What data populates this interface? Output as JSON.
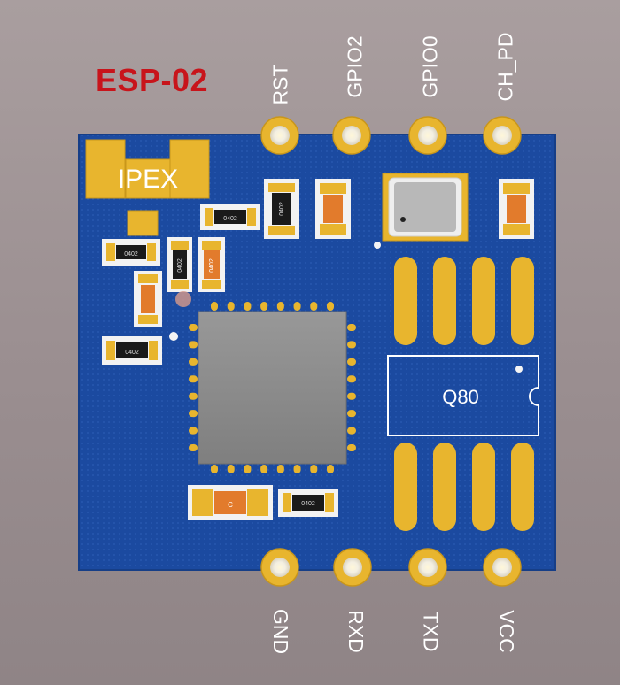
{
  "title": "ESP-02",
  "pins_top": [
    "RST",
    "GPIO2",
    "GPIO0",
    "CH_PD"
  ],
  "pins_bottom": [
    "GND",
    "RXD",
    "TXD",
    "VCC"
  ],
  "antenna_label": "IPEX",
  "crystal_label": "Q80",
  "smd_labels": {
    "r1": "0402",
    "r2": "0402",
    "r3": "0402",
    "r4": "0402",
    "r5": "0402",
    "r6": "0402",
    "r7": "0402"
  },
  "colors": {
    "board": "#1b4aa0",
    "pad_gold": "#e8b52e",
    "title_red": "#c8141b",
    "chip": "#8c8c8c"
  }
}
